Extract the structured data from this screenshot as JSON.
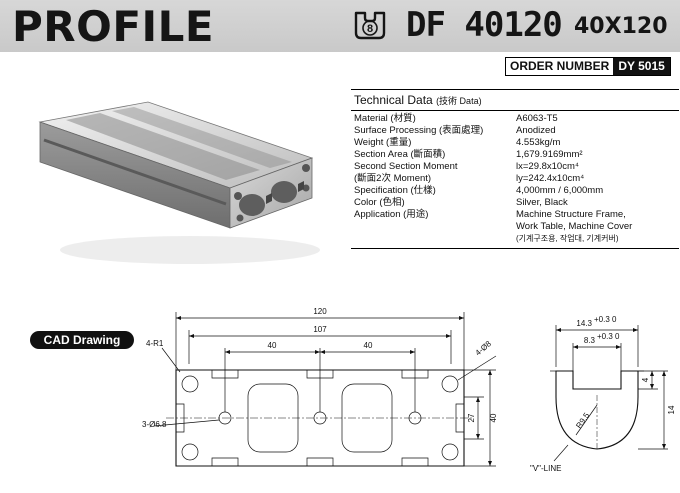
{
  "header": {
    "title": "PROFILE",
    "badge_icon": "slot-8-icon",
    "badge_number": "8",
    "model": "DF 40120",
    "dimensions": "40X120"
  },
  "order": {
    "label": "ORDER NUMBER",
    "code": "DY 5015"
  },
  "spec": {
    "heading": "Technical Data",
    "heading_sub": "(技術 Data)",
    "rows": [
      {
        "key": "Material (材質)",
        "value": "A6063-T5"
      },
      {
        "key": "Surface Processing (表面處理)",
        "value": "Anodized"
      },
      {
        "key": "Weight (重量)",
        "value": "4.553kg/m"
      },
      {
        "key": "Section Area (斷面積)",
        "value": "1,679.9169mm²"
      },
      {
        "key": "Second Section Moment",
        "value": "lx=29.8x10cm⁴"
      },
      {
        "key": "(斷面2次 Moment)",
        "value": "ly=242.4x10cm⁴"
      },
      {
        "key": "Specification (仕樣)",
        "value": "4,000mm / 6,000mm"
      },
      {
        "key": "Color (色相)",
        "value": "Silver, Black"
      },
      {
        "key": "Application (用途)",
        "value": "Machine Structure Frame,"
      },
      {
        "key": "",
        "value": "Work Table, Machine Cover"
      },
      {
        "key": "",
        "value": "(기계구조용, 작업대, 기계커버)"
      }
    ]
  },
  "cad": {
    "label": "CAD Drawing",
    "dim_120": "120",
    "dim_107": "107",
    "dim_40a": "40",
    "dim_40b": "40",
    "dim_40_side": "40",
    "dim_27": "27",
    "note_r1": "4-R1",
    "note_hole": "4-Ø8",
    "note_center": "3-Ø6.8"
  },
  "slot": {
    "dim_top": "14.3",
    "dim_top_tol": "+0.3 0",
    "dim_inner": "8.3",
    "dim_inner_tol": "+0.3 0",
    "dim_4": "4",
    "dim_14": "14",
    "radius": "R9.5",
    "vline": "\"V\"-LINE"
  }
}
